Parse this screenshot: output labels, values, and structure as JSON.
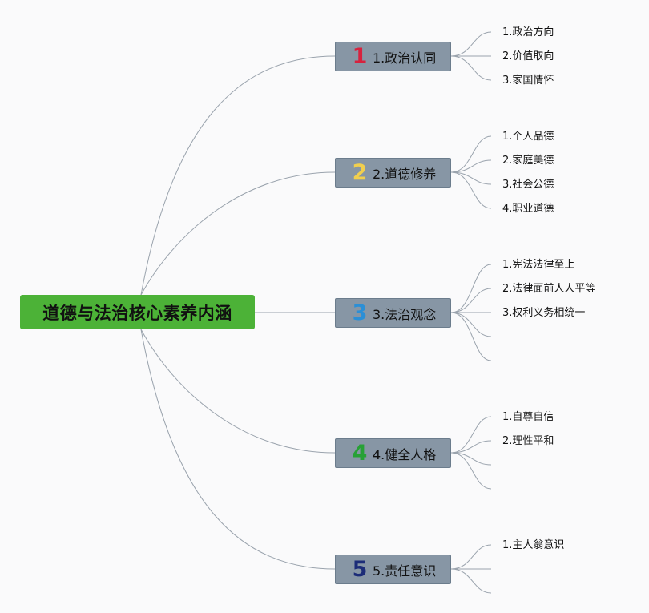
{
  "root": {
    "label": "道德与法治核心素养内涵"
  },
  "branches": [
    {
      "number": "1",
      "label": "1.政治认同",
      "color": "#d7223e",
      "leaves": [
        "1.政治方向",
        "2.价值取向",
        "3.家国情怀"
      ],
      "empty_slots": 0
    },
    {
      "number": "2",
      "label": "2.道德修养",
      "color": "#f1cf4e",
      "leaves": [
        "1.个人品德",
        "2.家庭美德",
        "3.社会公德",
        "4.职业道德"
      ],
      "empty_slots": 0
    },
    {
      "number": "3",
      "label": "3.法治观念",
      "color": "#2b8fd6",
      "leaves": [
        "1.宪法法律至上",
        "2.法律面前人人平等",
        "3.权利义务相统一"
      ],
      "empty_slots": 2
    },
    {
      "number": "4",
      "label": "4.健全人格",
      "color": "#27a136",
      "leaves": [
        "1.自尊自信",
        "2.理性平和"
      ],
      "empty_slots": 2
    },
    {
      "number": "5",
      "label": "5.责任意识",
      "color": "#1c2c78",
      "leaves": [
        "1.主人翁意识"
      ],
      "empty_slots": 2
    }
  ]
}
